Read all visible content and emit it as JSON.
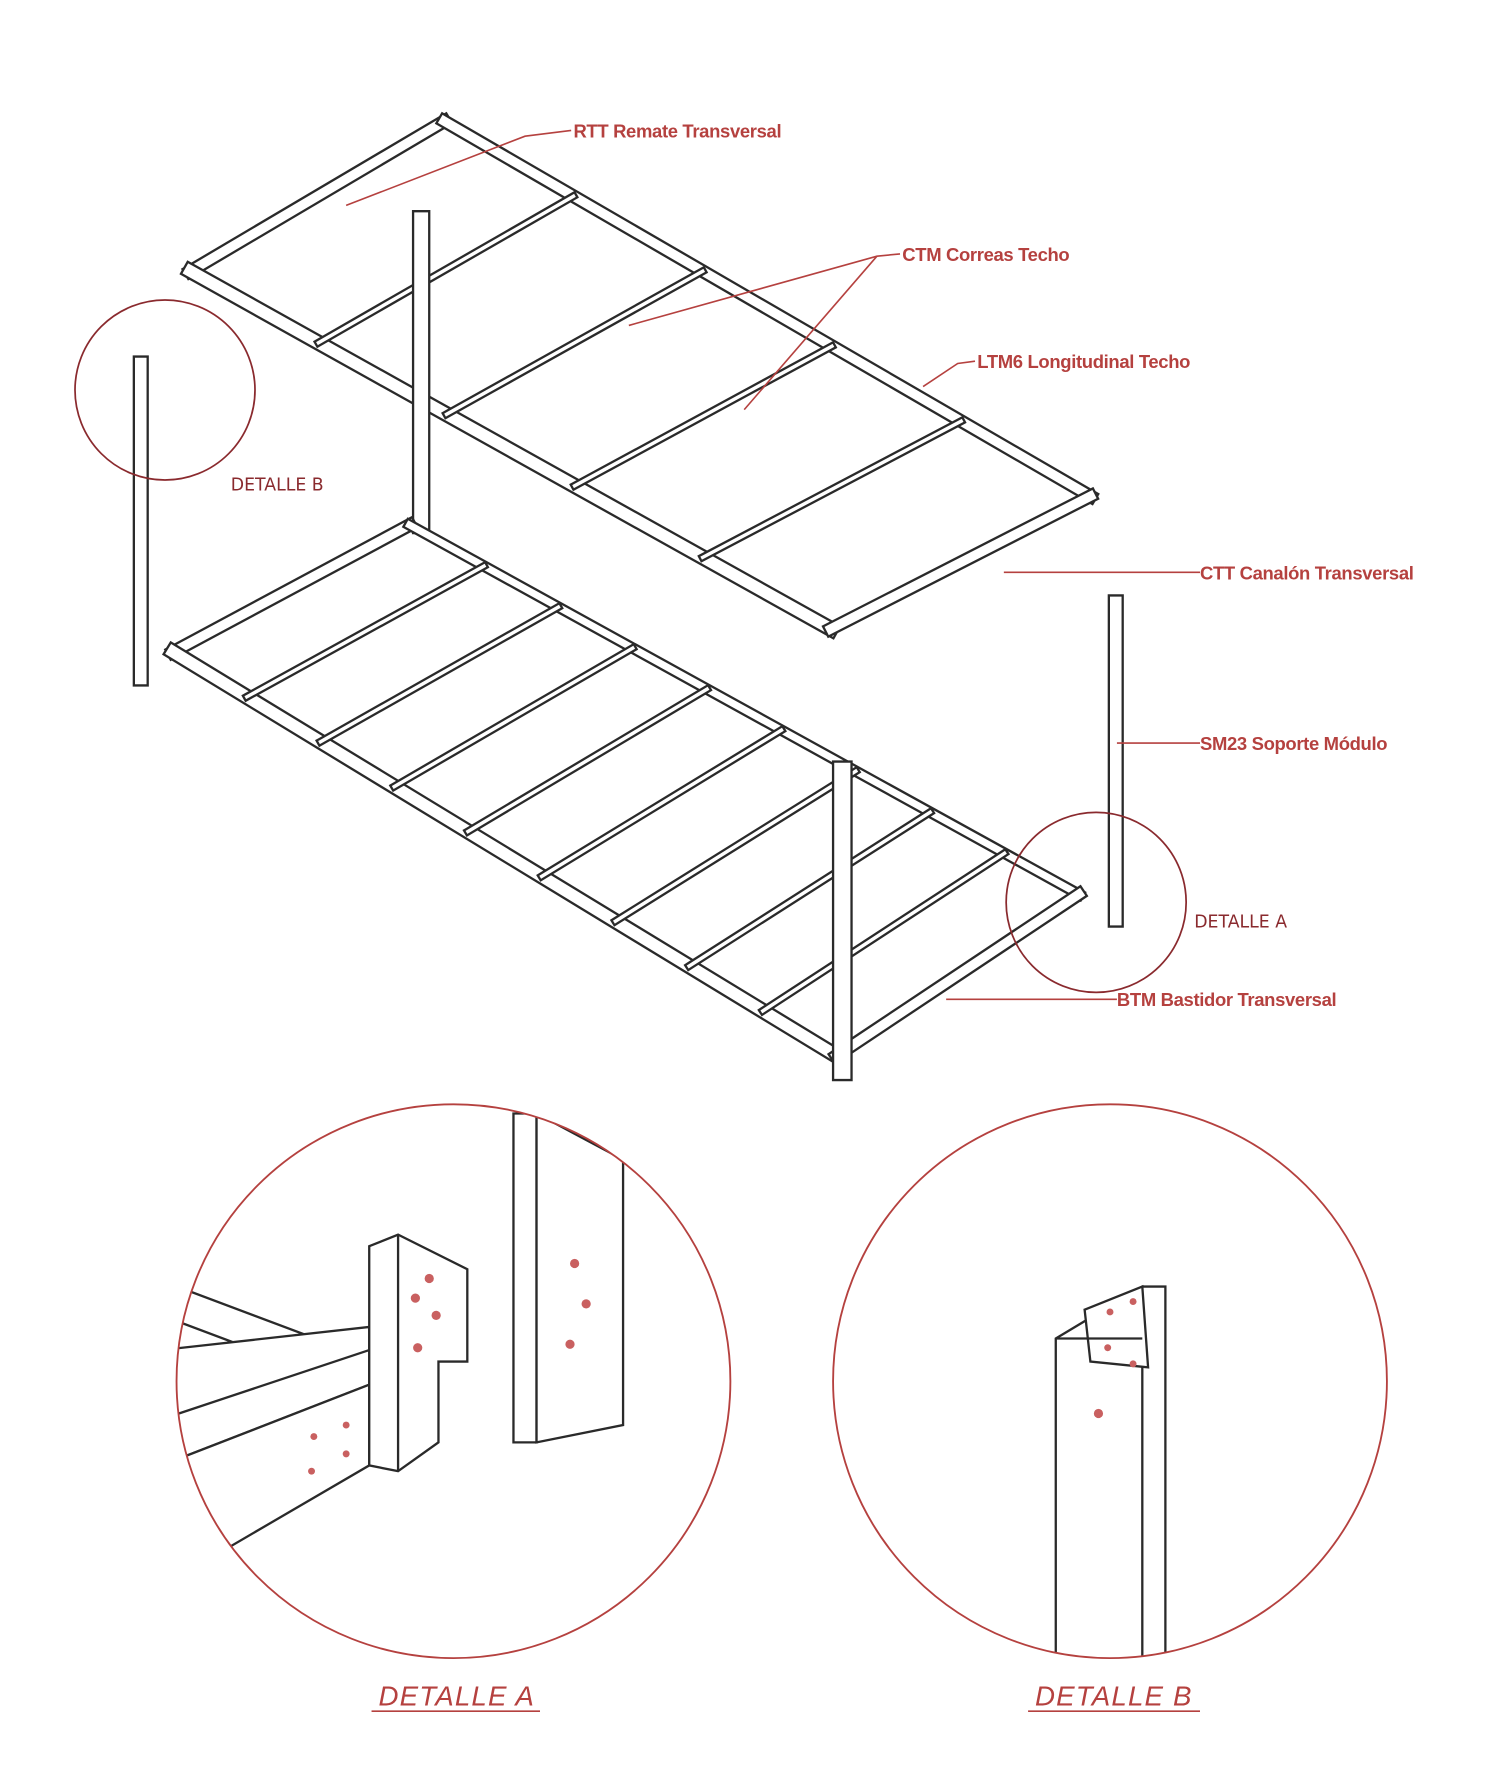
{
  "labels": {
    "rtt": "RTT Remate Transversal",
    "ctm": "CTM Correas Techo",
    "ltm6": "LTM6 Longitudinal Techo",
    "ctt": "CTT Canalón Transversal",
    "sm23": "SM23 Soporte Módulo",
    "btm": "BTM Bastidor Transversal"
  },
  "callouts": {
    "detail_b": "DETALLE B",
    "detail_a": "DETALLE A"
  },
  "detail_titles": {
    "a": "DETALLE  A",
    "b": "DETALLE  B"
  },
  "colors": {
    "annotation": "#b5413f",
    "line": "#2a2a2a"
  }
}
